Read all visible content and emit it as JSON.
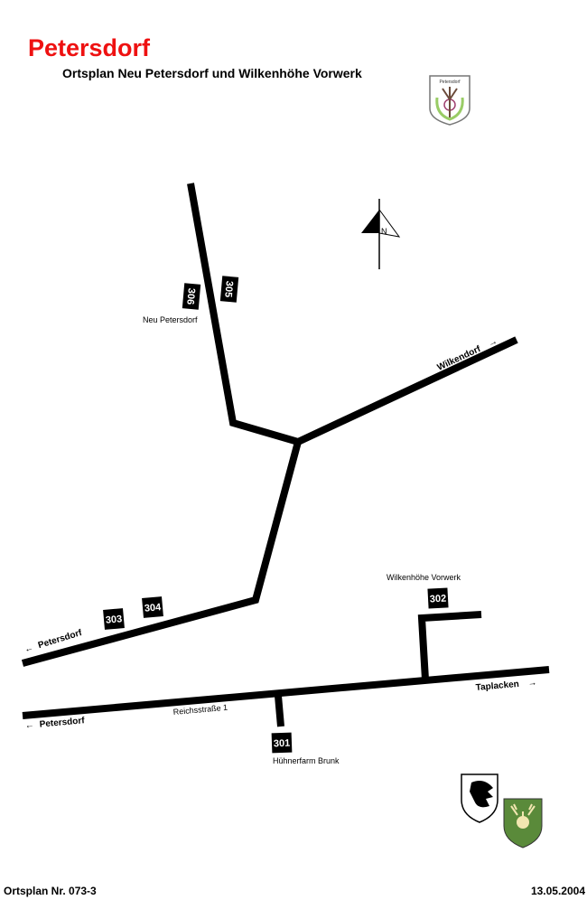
{
  "header": {
    "title": "Petersdorf",
    "subtitle": "Ortsplan Neu Petersdorf und Wilkenhöhe Vorwerk",
    "coat_of_arms_text": "Petersdorf"
  },
  "compass": {
    "label": "N"
  },
  "places": {
    "neu_petersdorf": "Neu Petersdorf",
    "wilkenhoehe": "Wilkenhöhe Vorwerk",
    "huehnerfarm": "Hühnerfarm Brunk"
  },
  "directions": {
    "wilkendorf": "Wilkendorf",
    "petersdorf_upper": "Petersdorf",
    "petersdorf_lower": "Petersdorf",
    "taplacken": "Taplacken",
    "arrow_left": "←",
    "arrow_right": "→"
  },
  "road_name": "Reichsstraße 1",
  "house_numbers": [
    "301",
    "302",
    "303",
    "304",
    "305",
    "306"
  ],
  "footer": {
    "plan_number": "Ortsplan Nr. 073-3",
    "date": "13.05.2004"
  },
  "colors": {
    "title": "#ee1111",
    "road": "#000000"
  }
}
